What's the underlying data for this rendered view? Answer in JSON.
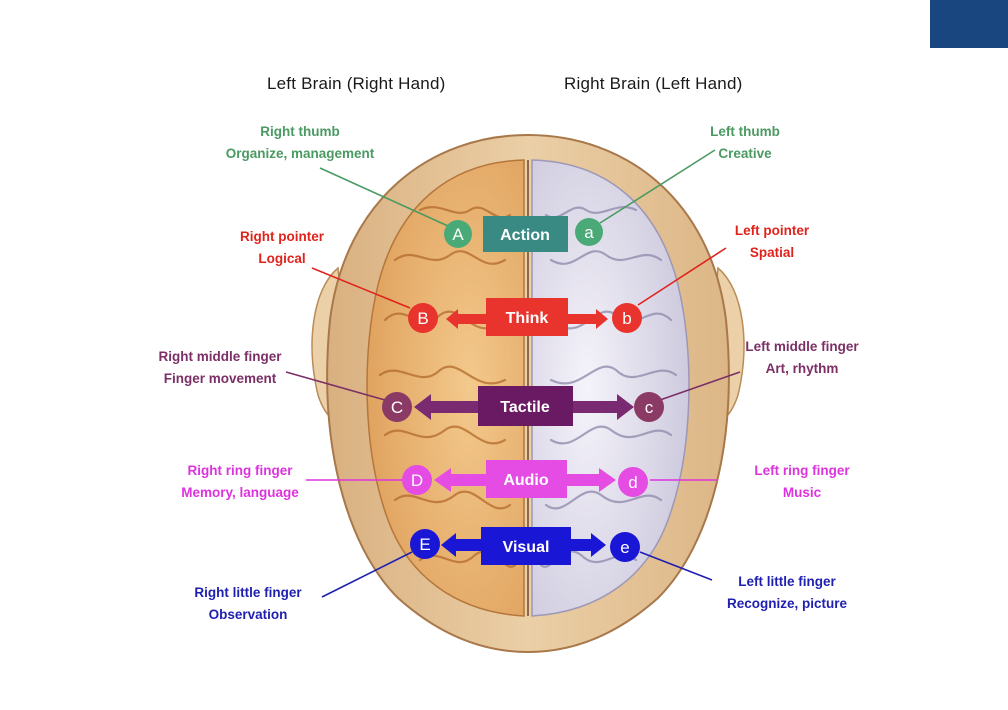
{
  "headers": {
    "left": "Left Brain (Right Hand)",
    "right": "Right Brain (Left Hand)"
  },
  "colors": {
    "action": "#3a8a84",
    "thumb_circle": "#4aaa77",
    "thumb_text": "#4a9a62",
    "think": "#e8342d",
    "pointer_text": "#e0241c",
    "tactile": "#6a1a63",
    "middle_circle": "#8a3a64",
    "middle_text": "#7b2f66",
    "audio": "#e44ce4",
    "ring_text": "#dd33dd",
    "visual": "#1a16d6",
    "little_text": "#1f1fb0"
  },
  "rows": [
    {
      "center": "Action",
      "left_letter": "A",
      "right_letter": "a",
      "left_label": [
        "Right thumb",
        "Organize, management"
      ],
      "right_label": [
        "Left thumb",
        "Creative"
      ]
    },
    {
      "center": "Think",
      "left_letter": "B",
      "right_letter": "b",
      "left_label": [
        "Right pointer",
        "Logical"
      ],
      "right_label": [
        "Left pointer",
        "Spatial"
      ]
    },
    {
      "center": "Tactile",
      "left_letter": "C",
      "right_letter": "c",
      "left_label": [
        "Right middle finger",
        "Finger movement"
      ],
      "right_label": [
        "Left middle finger",
        "Art, rhythm"
      ]
    },
    {
      "center": "Audio",
      "left_letter": "D",
      "right_letter": "d",
      "left_label": [
        "Right ring finger",
        "Memory, language"
      ],
      "right_label": [
        "Left ring finger",
        "Music"
      ]
    },
    {
      "center": "Visual",
      "left_letter": "E",
      "right_letter": "e",
      "left_label": [
        "Right little finger",
        "Observation"
      ],
      "right_label": [
        "Left little finger",
        "Recognize, picture"
      ]
    }
  ]
}
